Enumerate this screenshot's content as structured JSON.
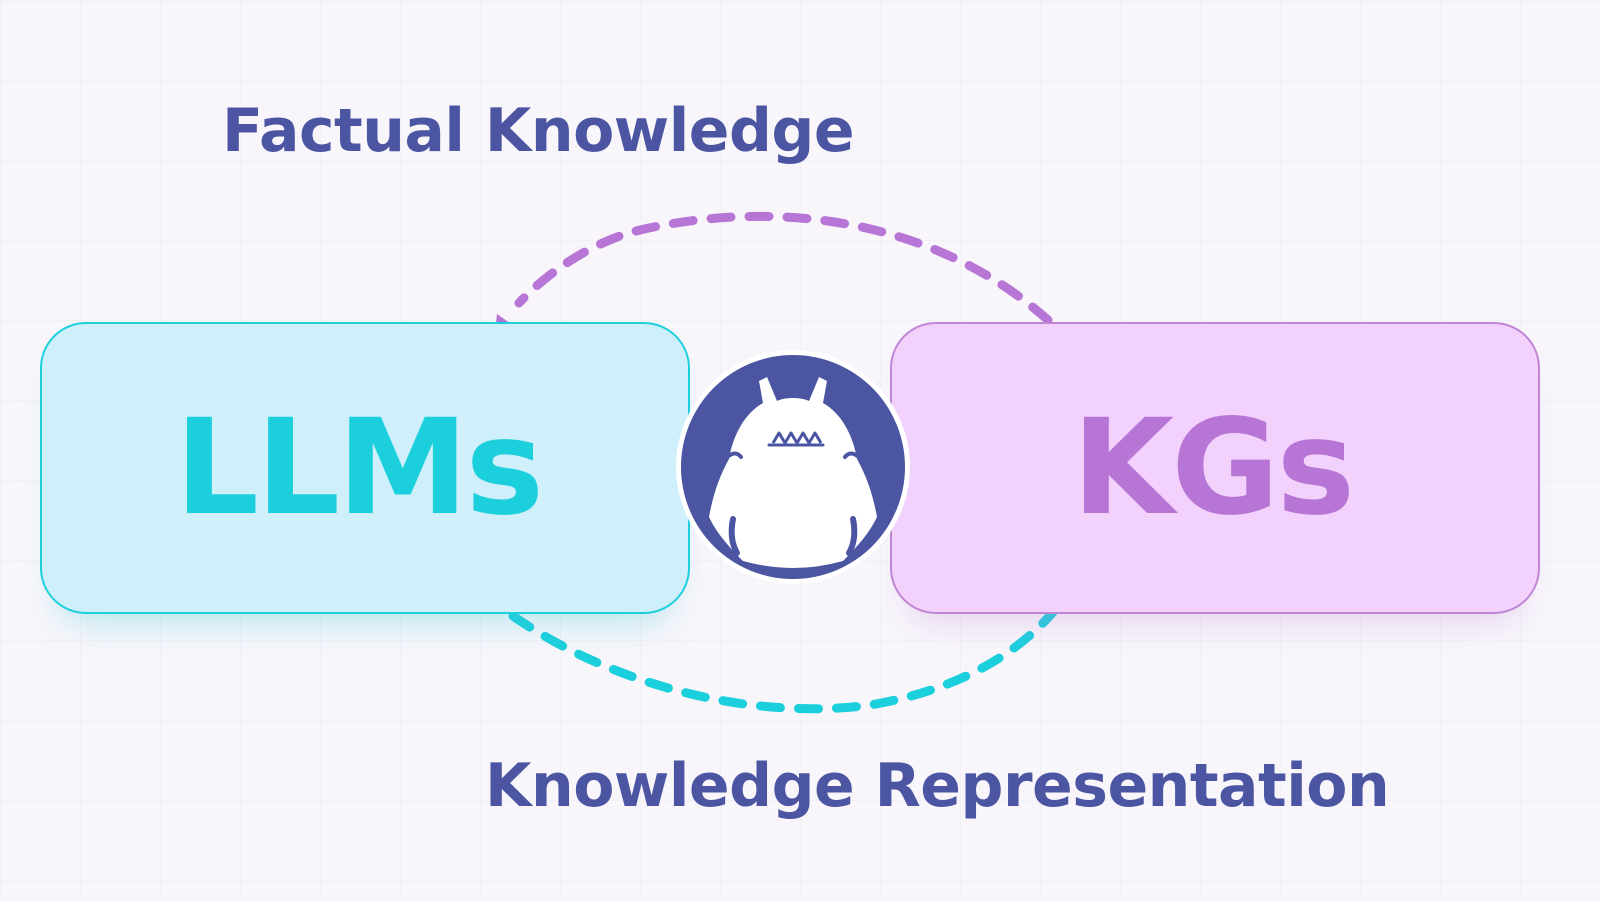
{
  "labels": {
    "top": "Factual Knowledge",
    "bottom": "Knowledge Representation"
  },
  "nodes": {
    "left": "LLMs",
    "right": "KGs"
  },
  "colors": {
    "label": "#4b55a2",
    "llm": "#1ccfdc",
    "llm_fill": "#cff0fb",
    "kg": "#b776d6",
    "kg_stroke": "#c086d6",
    "kg_fill": "#f2d1fc",
    "mascot": "#4b55a2"
  },
  "edges": [
    {
      "from": "KGs",
      "to": "LLMs",
      "label": "Factual Knowledge",
      "style": "dashed",
      "color": "#b776d6"
    },
    {
      "from": "LLMs",
      "to": "KGs",
      "label": "Knowledge Representation",
      "style": "dashed",
      "color": "#1ccfdc"
    }
  ],
  "icons": {
    "mascot": "monster-mascot-icon"
  }
}
